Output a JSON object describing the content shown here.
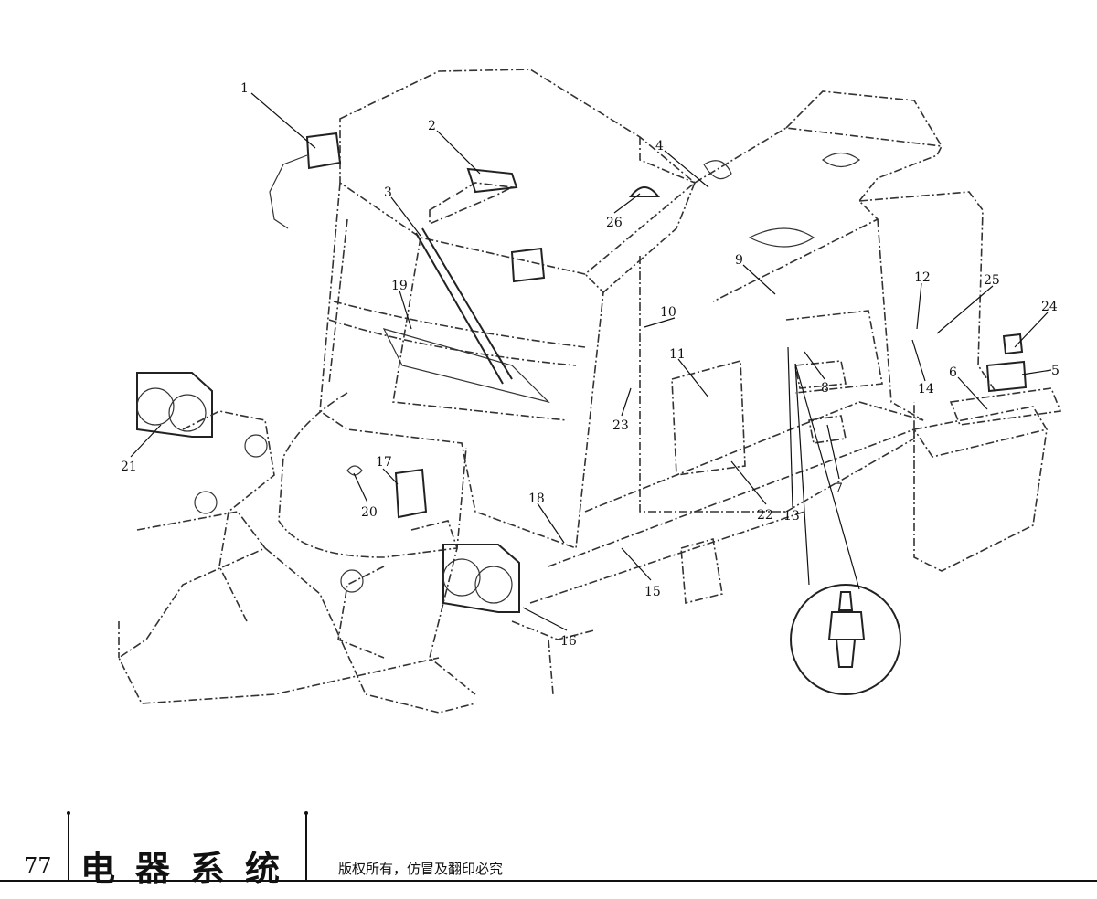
{
  "labels": [
    {
      "id": "1",
      "text": "1"
    },
    {
      "id": "2",
      "text": "2"
    },
    {
      "id": "3",
      "text": "3"
    },
    {
      "id": "4",
      "text": "4"
    },
    {
      "id": "5",
      "text": "5"
    },
    {
      "id": "6",
      "text": "6"
    },
    {
      "id": "7",
      "text": "7"
    },
    {
      "id": "8",
      "text": "8"
    },
    {
      "id": "9",
      "text": "9"
    },
    {
      "id": "10",
      "text": "10"
    },
    {
      "id": "11",
      "text": "11"
    },
    {
      "id": "12",
      "text": "12"
    },
    {
      "id": "13",
      "text": "13"
    },
    {
      "id": "14",
      "text": "14"
    },
    {
      "id": "15",
      "text": "15"
    },
    {
      "id": "16",
      "text": "16"
    },
    {
      "id": "17",
      "text": "17"
    },
    {
      "id": "18",
      "text": "18"
    },
    {
      "id": "19",
      "text": "19"
    },
    {
      "id": "20",
      "text": "20"
    },
    {
      "id": "21",
      "text": "21"
    },
    {
      "id": "22",
      "text": "22"
    },
    {
      "id": "23",
      "text": "23"
    },
    {
      "id": "24",
      "text": "24"
    },
    {
      "id": "25",
      "text": "25"
    },
    {
      "id": "26",
      "text": "26"
    }
  ],
  "footer": {
    "page_number": "77",
    "section_title": "电器系统",
    "copyright": "版权所有，仿冒及翻印必究"
  }
}
